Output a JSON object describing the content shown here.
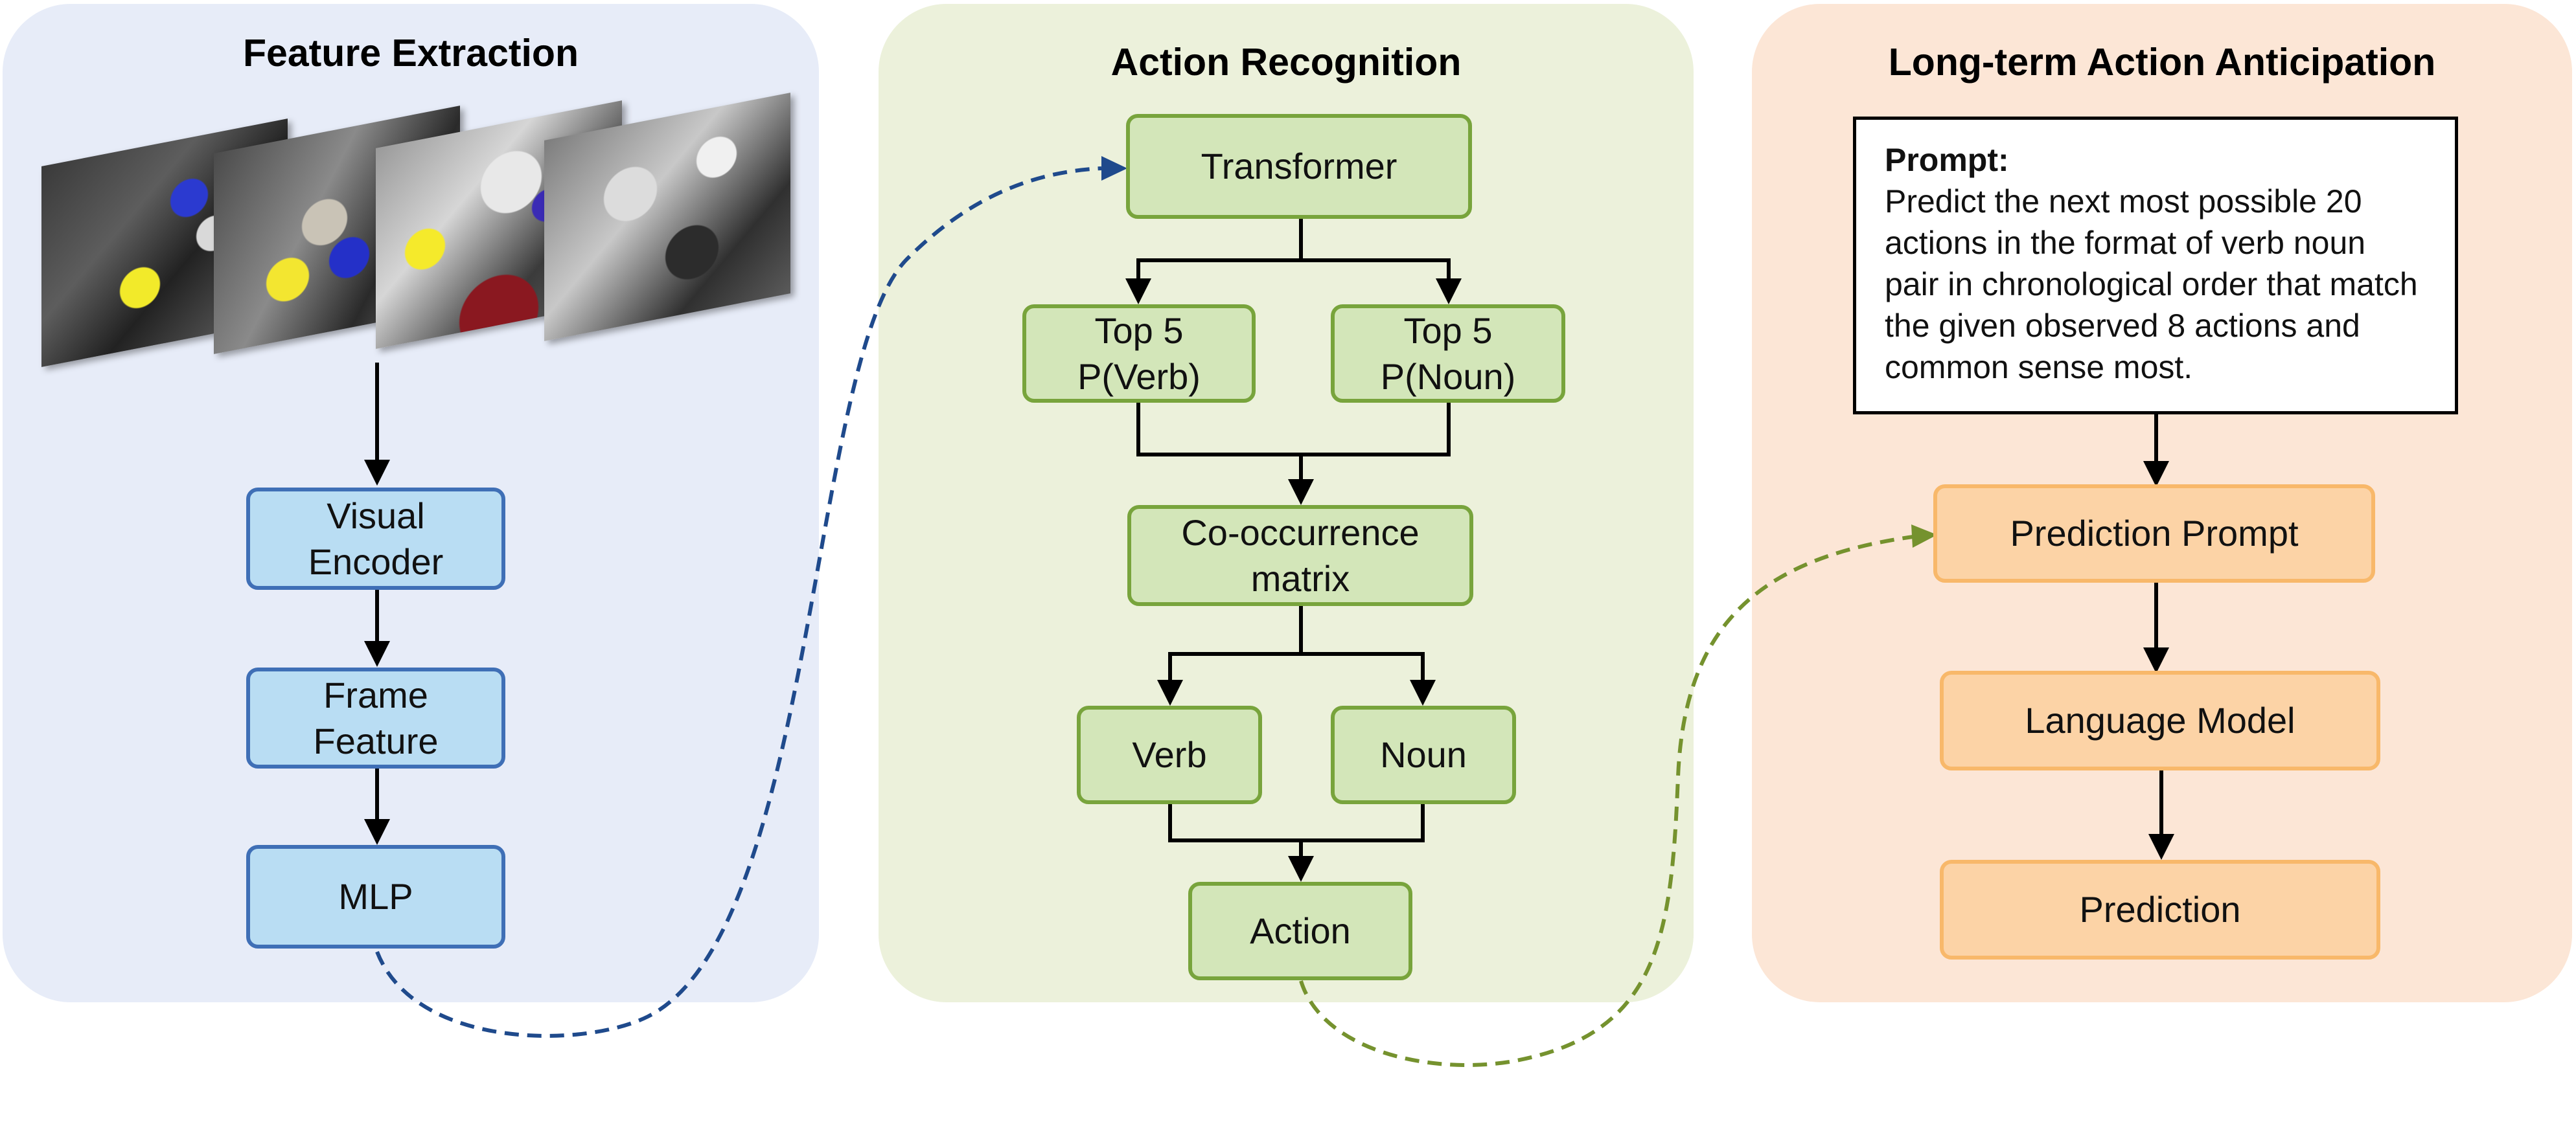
{
  "panels": {
    "feature": {
      "title": "Feature Extraction",
      "nodes": {
        "visual_encoder": "Visual\nEncoder",
        "frame_feature": "Frame\nFeature",
        "mlp": "MLP"
      }
    },
    "recognition": {
      "title": "Action Recognition",
      "nodes": {
        "transformer": "Transformer",
        "top5_verb": "Top 5\nP(Verb)",
        "top5_noun": "Top 5\nP(Noun)",
        "cooccurrence": "Co-occurrence\nmatrix",
        "verb": "Verb",
        "noun": "Noun",
        "action": "Action"
      }
    },
    "anticipation": {
      "title": "Long-term Action Anticipation",
      "prompt_heading": "Prompt:",
      "prompt_text": "Predict the next most possible 20 actions in the format of verb noun pair in chronological order that match the given observed 8 actions and common sense most.",
      "nodes": {
        "prediction_prompt": "Prediction Prompt",
        "language_model": "Language Model",
        "prediction": "Prediction"
      }
    }
  },
  "colors": {
    "feature_panel": "#e7ecf8",
    "recognition_panel": "#ecf1db",
    "anticipation_panel": "#fce6d6",
    "blue_link": "#1f4a8c",
    "green_link": "#75922e"
  },
  "icons": [
    "video-frame-1",
    "video-frame-2",
    "video-frame-3",
    "video-frame-4"
  ]
}
